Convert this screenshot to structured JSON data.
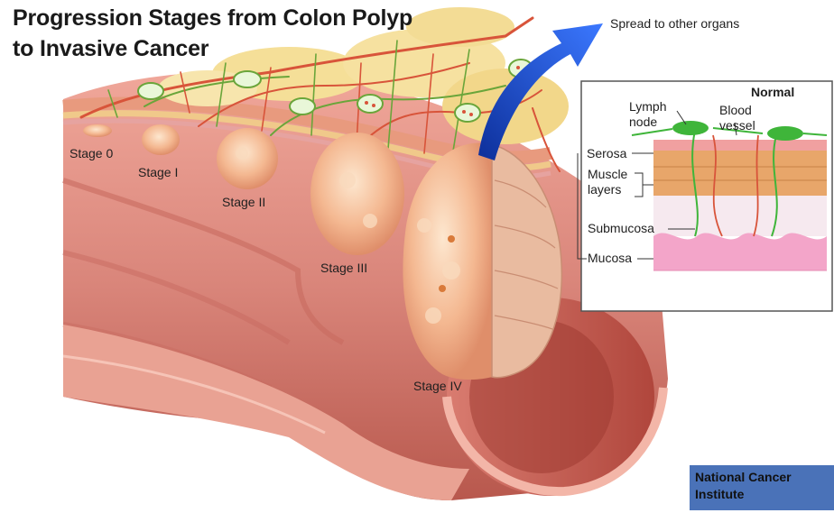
{
  "title_line1": "Progression Stages from Colon Polyp",
  "title_line2": "to Invasive Cancer",
  "spread_label": "Spread to other organs",
  "stages": [
    "Stage 0",
    "Stage I",
    "Stage II",
    "Stage III",
    "Stage IV"
  ],
  "inset": {
    "title": "Normal",
    "lymph_node": "Lymph\nnode",
    "blood_vessel": "Blood\nvessel",
    "layers": [
      "Serosa",
      "Muscle\nlayers",
      "Submucosa",
      "Mucosa"
    ]
  },
  "credit": "National Cancer Institute",
  "colors": {
    "colon_wall": "#d9857a",
    "colon_inner": "#c65f55",
    "polyp": "#f2b48e",
    "arrow": "#1f4fd1",
    "fat": "#f5df98",
    "lymph_node": "#3fb53a",
    "credit_box": "#4a72b8"
  }
}
